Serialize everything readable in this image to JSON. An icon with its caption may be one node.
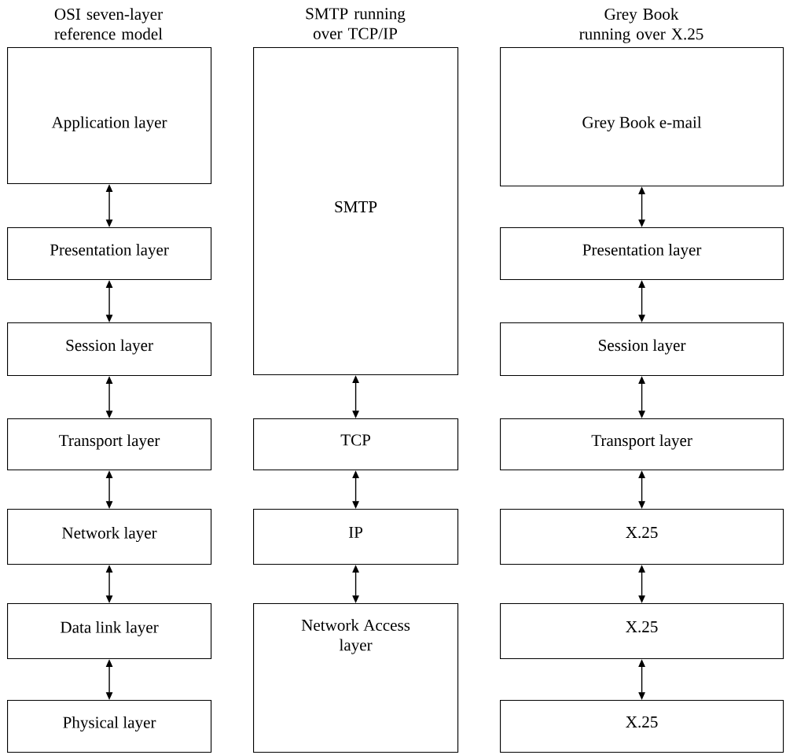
{
  "diagram": {
    "nodes": [
      {
        "text": [
          "Application layer"
        ]
      },
      {
        "text": [
          "Presentation layer"
        ]
      },
      {
        "text": [
          "Session layer"
        ]
      },
      {
        "text": [
          "Transport layer"
        ]
      },
      {
        "text": [
          "Network layer"
        ]
      },
      {
        "text": [
          "Data link layer"
        ]
      },
      {
        "text": [
          "Physical layer"
        ]
      },
      {
        "text": [
          "SMTP"
        ]
      },
      {
        "text": [
          "TCP"
        ]
      },
      {
        "text": [
          "IP"
        ]
      },
      {
        "text": [
          "Network Access layer"
        ]
      },
      {
        "text": [
          "Grey Book e-mail"
        ]
      },
      {
        "text": [
          "Presentation layer"
        ]
      },
      {
        "text": [
          "Session layer"
        ]
      },
      {
        "text": [
          "Transport layer"
        ]
      },
      {
        "text": [
          "X.25"
        ]
      },
      {
        "text": [
          "X.25"
        ]
      },
      {
        "text": [
          "X.25"
        ]
      }
    ],
    "edges": [
      {
        "from": 0,
        "to": 1,
        "arrow": "both"
      },
      {
        "from": 1,
        "to": 2,
        "arrow": "both"
      },
      {
        "from": 2,
        "to": 3,
        "arrow": "both"
      },
      {
        "from": 3,
        "to": 4,
        "arrow": "both"
      },
      {
        "from": 4,
        "to": 5,
        "arrow": "both"
      },
      {
        "from": 5,
        "to": 6,
        "arrow": "both"
      },
      {
        "from": 7,
        "to": 8,
        "arrow": "both"
      },
      {
        "from": 8,
        "to": 9,
        "arrow": "both"
      },
      {
        "from": 9,
        "to": 10,
        "arrow": "both"
      },
      {
        "from": 11,
        "to": 12,
        "arrow": "both"
      },
      {
        "from": 12,
        "to": 13,
        "arrow": "both"
      },
      {
        "from": 13,
        "to": 14,
        "arrow": "both"
      },
      {
        "from": 14,
        "to": 15,
        "arrow": "both"
      },
      {
        "from": 15,
        "to": 16,
        "arrow": "both"
      },
      {
        "from": 16,
        "to": 17,
        "arrow": "both"
      }
    ],
    "labels": [
      "OSI seven-layer reference model",
      "SMTP running over TCP/IP",
      "Grey Book running over X.25"
    ]
  }
}
